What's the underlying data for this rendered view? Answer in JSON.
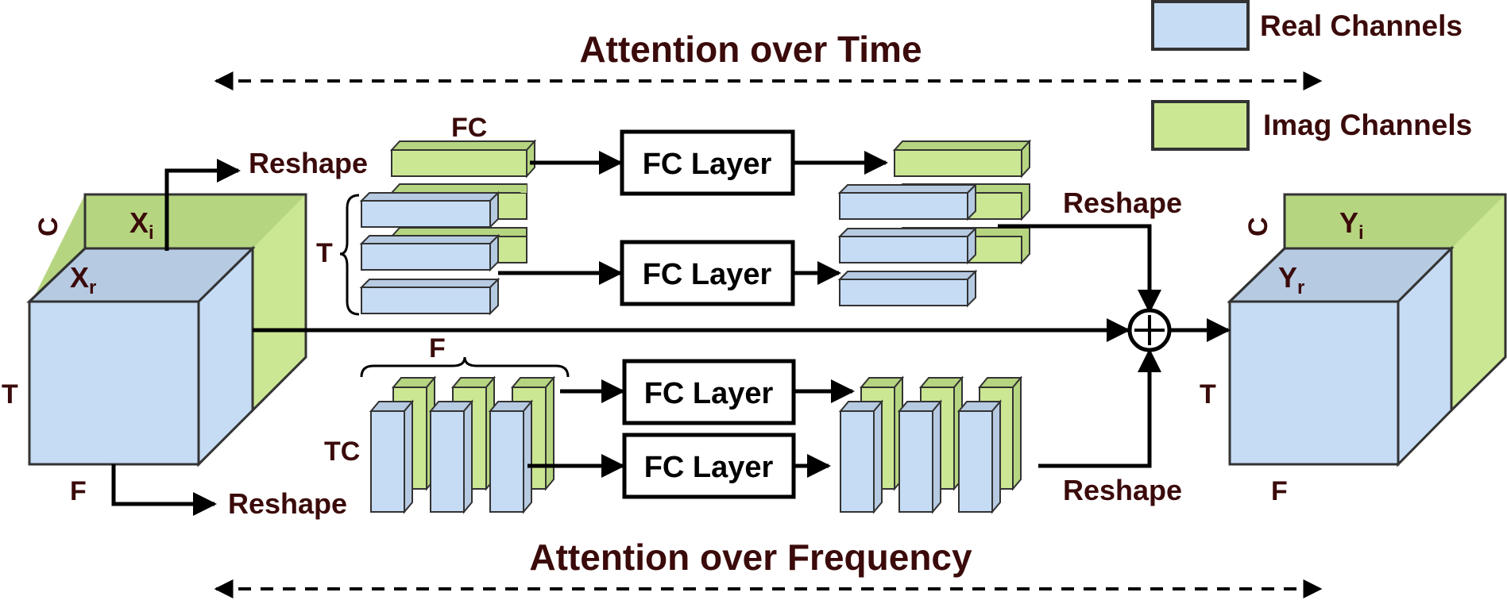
{
  "labels": {
    "time_title": "Attention over Time",
    "freq_title": "Attention over Frequency",
    "reshape": "Reshape",
    "fc": "FC",
    "t": "T",
    "f": "F",
    "tc": "TC",
    "c": "C",
    "x": "X",
    "y": "Y",
    "sub_i": "i",
    "sub_r": "r"
  },
  "fc_layer_label": "FC Layer",
  "legend": {
    "real": "Real Channels",
    "imag": "Imag Channels"
  },
  "colors": {
    "real_front": "#c6dcf5",
    "real_top": "#b6cae2",
    "imag_front": "#cbe793",
    "imag_top": "#b6d580",
    "text": "#3b0a0a",
    "stroke": "#000000"
  }
}
